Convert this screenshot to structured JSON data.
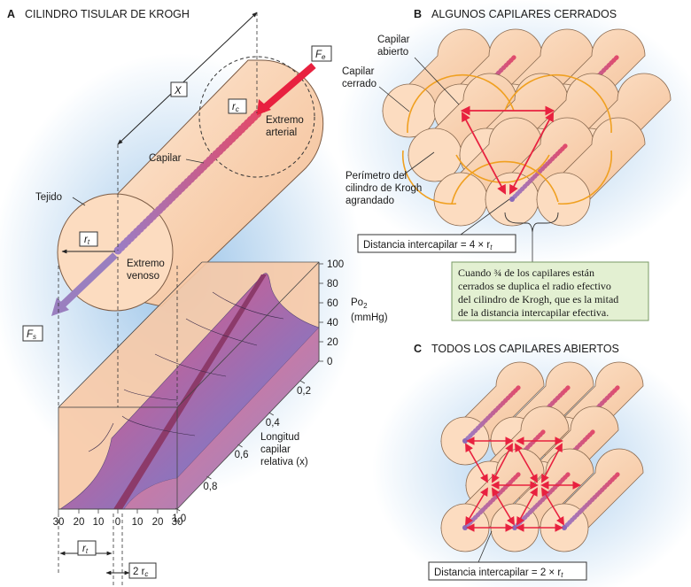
{
  "panel_a": {
    "letter": "A",
    "title": "CILINDRO TISULAR DE KROGH",
    "x_label": "X",
    "fe_label": "F",
    "fe_sub": "e",
    "rc_label": "r",
    "rc_sub": "c",
    "extremo_arterial_1": "Extremo",
    "extremo_arterial_2": "arterial",
    "capilar": "Capilar",
    "tejido": "Tejido",
    "rt_label": "r",
    "rt_sub": "t",
    "extremo_venoso_1": "Extremo",
    "extremo_venoso_2": "venoso",
    "fs_label": "F",
    "fs_sub": "s",
    "po2_1": "Po",
    "po2_sub": "2",
    "po2_2": "(mmHg)",
    "po2_ticks": [
      "100",
      "80",
      "60",
      "40",
      "20",
      "0"
    ],
    "length_ticks": [
      "0,2",
      "0,4",
      "0,6",
      "0,8",
      "1,0"
    ],
    "length_label_1": "Longitud",
    "length_label_2": "capilar",
    "length_label_3": "relativa (x)",
    "radial_ticks": [
      "30",
      "20",
      "10",
      "0",
      "10",
      "20",
      "30"
    ],
    "bottom_rt": "r",
    "bottom_rt_sub": "t",
    "bottom_2rc": "2 r",
    "bottom_2rc_sub": "c"
  },
  "panel_b": {
    "letter": "B",
    "title": "ALGUNOS CAPILARES CERRADOS",
    "capilar_abierto_1": "Capilar",
    "capilar_abierto_2": "abierto",
    "capilar_cerrado_1": "Capilar",
    "capilar_cerrado_2": "cerrado",
    "perimetro_1": "Perímetro del",
    "perimetro_2": "cilindro de Krogh",
    "perimetro_3": "agrandado",
    "distancia": "Distancia intercapilar = 4 × r",
    "distancia_sub": "t",
    "note_1": "Cuando ¾ de los capilares están",
    "note_2": "cerrados se duplica el radio efectivo",
    "note_3": "del cilindro de Krogh, que es la mitad",
    "note_4": "de la distancia intercapilar efectiva."
  },
  "panel_c": {
    "letter": "C",
    "title": "TODOS LOS CAPILARES ABIERTOS",
    "distancia": "Distancia intercapilar = 2 × r",
    "distancia_sub": "t"
  },
  "colors": {
    "cylinder": "#f9d3b2",
    "cylinder_edge": "#8a6a50",
    "capillary": "#c77aa8",
    "arrow_red": "#e8213f",
    "arrow_purple": "#9a7fbf",
    "orange_arc": "#f0a020",
    "note_bg": "#e3f0d2",
    "glow": "#a9cbe8"
  }
}
